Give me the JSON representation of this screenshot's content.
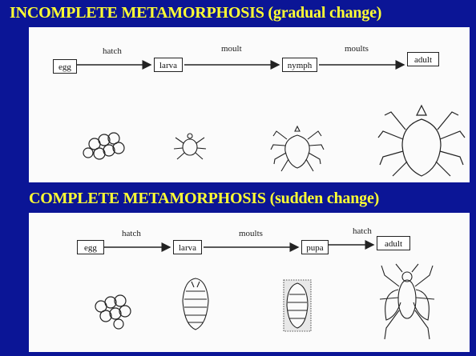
{
  "slide": {
    "section1": {
      "title": "INCOMPLETE METAMORPHOSIS (gradual change)",
      "stages": [
        "egg",
        "larva",
        "nymph",
        "adult"
      ],
      "transitions": [
        "hatch",
        "moult",
        "moults"
      ]
    },
    "section2": {
      "title": "COMPLETE METAMORPHOSIS (sudden change)",
      "stages": [
        "egg",
        "larva",
        "pupa",
        "adult"
      ],
      "transitions": [
        "hatch",
        "moults",
        "hatch"
      ]
    }
  },
  "colors": {
    "background": "#0b1596",
    "heading": "#ffff33",
    "panel": "#fbfbfb",
    "ink": "#222222"
  }
}
